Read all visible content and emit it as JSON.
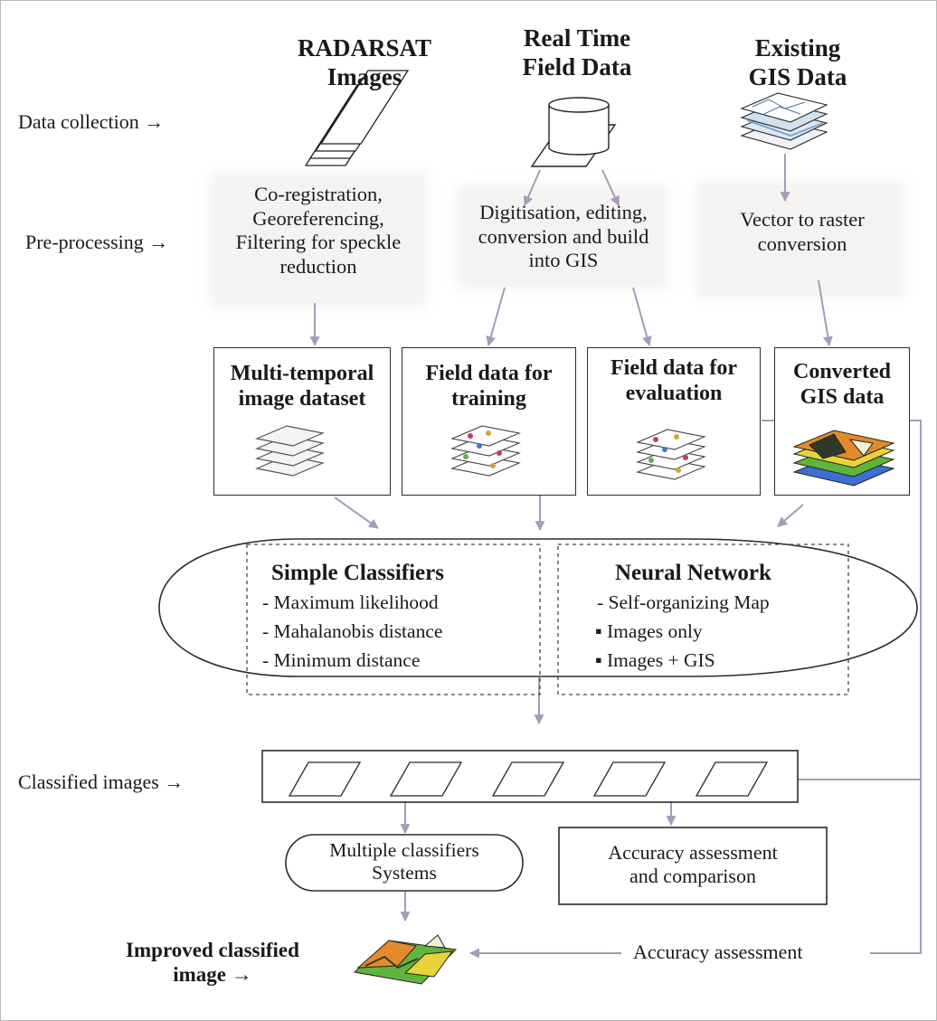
{
  "sources": {
    "radarsat": "RADARSAT\nImages",
    "field": "Real Time\nField Data",
    "gis": "Existing\nGIS Data"
  },
  "stages": {
    "collection": "Data collection →",
    "preprocessing": "Pre-processing →",
    "classified": "Classified images →",
    "improved": "Improved classified\nimage →"
  },
  "processing": {
    "radarsat": "Co-registration,\nGeoreferencing,\nFiltering for speckle\nreduction",
    "field": "Digitisation, editing,\nconversion and build\ninto GIS",
    "gis": "Vector to raster\nconversion"
  },
  "datasets": {
    "multitemporal": "Multi-temporal\nimage dataset",
    "training": "Field data for\ntraining",
    "evaluation": "Field data for\nevaluation",
    "converted": "Converted\nGIS data"
  },
  "classifiers": {
    "simple_title": "Simple Classifiers",
    "simple_items": [
      "- Maximum likelihood",
      "- Mahalanobis distance",
      "- Minimum distance"
    ],
    "neural_title": "Neural Network",
    "neural_subtitle": "- Self-organizing Map",
    "neural_items": [
      "Images only",
      "Images + GIS"
    ],
    "bullet": "▪"
  },
  "outputs": {
    "multiple": "Multiple classifiers\nSystems",
    "accuracy_comparison": "Accuracy assessment\nand comparison",
    "accuracy": "Accuracy assessment"
  },
  "colors": {
    "arrow": "#a79bb8",
    "ink": "#1a1a1a",
    "map_green": "#5fb43c",
    "map_yellow": "#e8d33a",
    "map_orange": "#e38a2a"
  }
}
